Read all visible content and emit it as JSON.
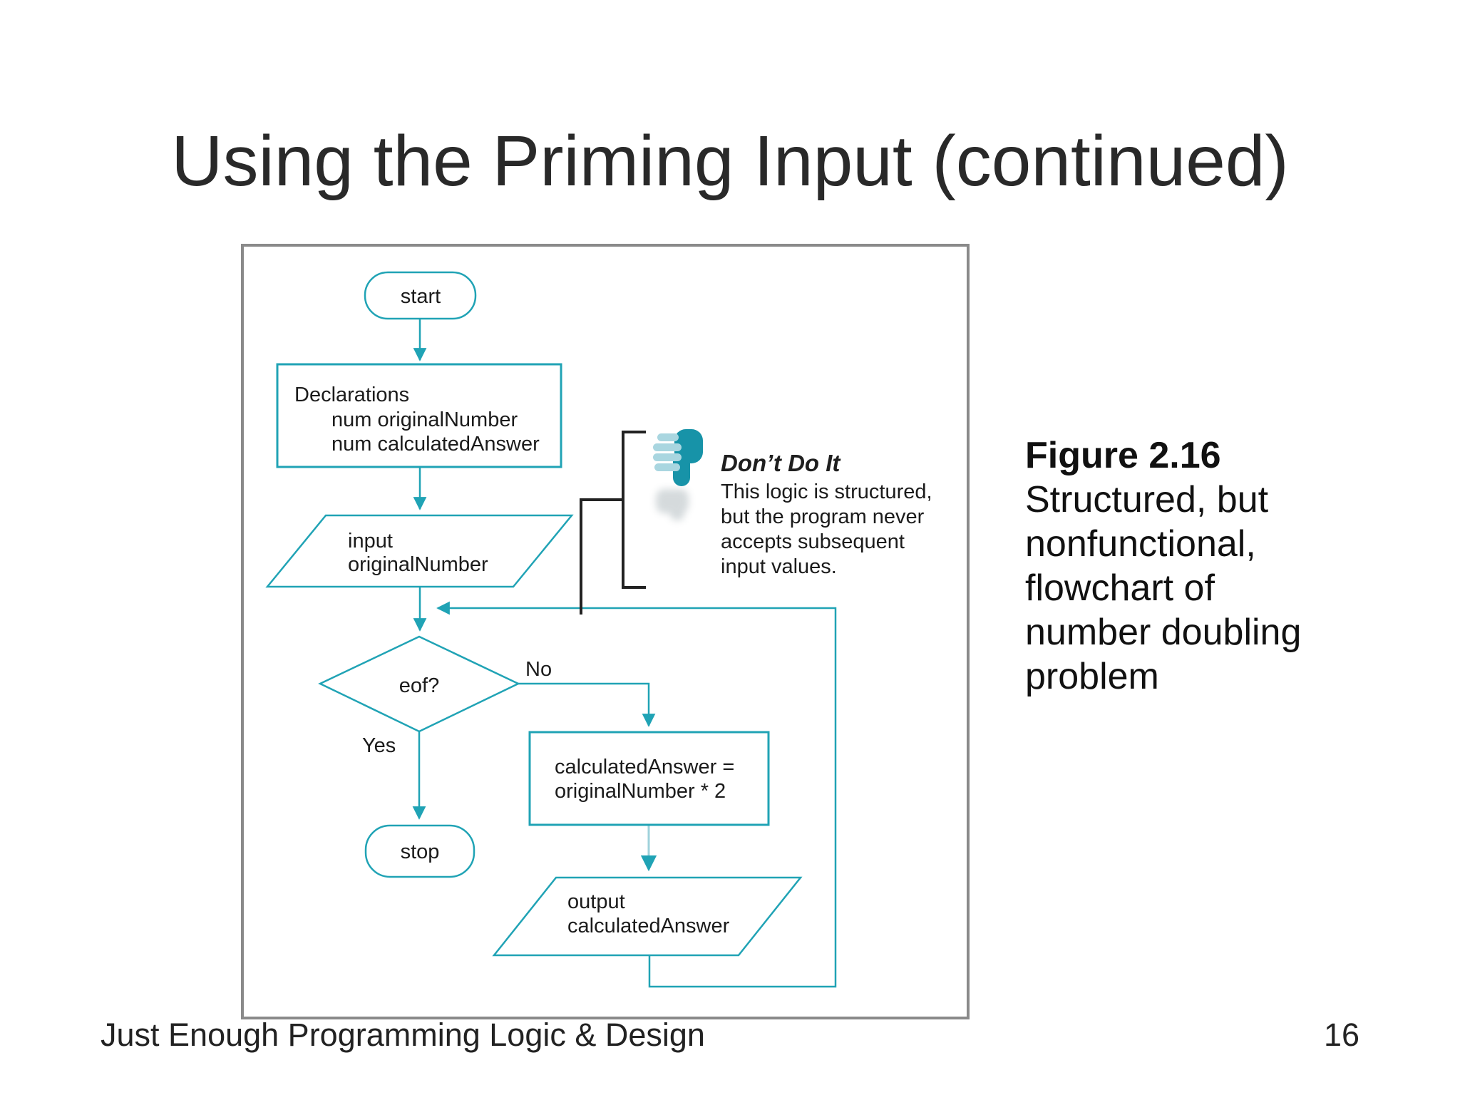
{
  "slide": {
    "title": "Using the Priming Input (continued)",
    "footer_left": "Just Enough Programming Logic & Design",
    "page_number": "16"
  },
  "figure": {
    "caption": {
      "heading": "Figure 2.16",
      "lines": [
        "Structured, but",
        "nonfunctional,",
        "flowchart of",
        "number doubling",
        "problem"
      ]
    },
    "flowchart": {
      "start_label": "start",
      "declarations_title": "Declarations",
      "declarations_items": [
        "num originalNumber",
        "num calculatedAnswer"
      ],
      "input_lines": [
        "input",
        "originalNumber"
      ],
      "decision_label": "eof?",
      "no_label": "No",
      "yes_label": "Yes",
      "process_lines": [
        "calculatedAnswer =",
        "originalNumber * 2"
      ],
      "stop_label": "stop",
      "output_lines": [
        "output",
        "calculatedAnswer"
      ]
    },
    "annotation": {
      "heading": "Don’t Do It",
      "lines": [
        "This logic is structured,",
        "but the program never",
        "accepts subsequent",
        "input values."
      ]
    },
    "colors": {
      "accent_teal": "#20a3b5",
      "connector_light": "#9fd2db",
      "icon_teal": "#1793a8",
      "icon_light": "#a9d6e0",
      "frame_gray": "#8a8a8a"
    }
  }
}
